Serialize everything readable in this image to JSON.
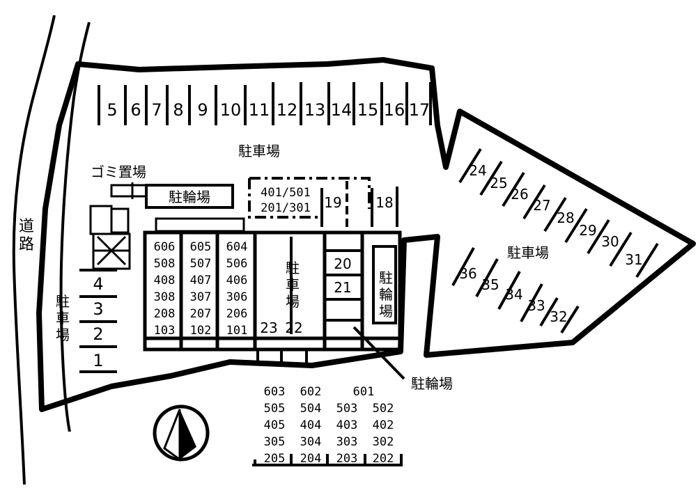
{
  "labels": {
    "road": "道路",
    "parking": "駐車場",
    "bicycle_parking": "駐輪場",
    "garbage": "ゴミ置場",
    "dashed_box_top": "401/501",
    "dashed_box_bottom": "201/301"
  },
  "top_row_spaces": [
    "5",
    "6",
    "7",
    "8",
    "9",
    "10",
    "11",
    "12",
    "13",
    "14",
    "15",
    "16",
    "17"
  ],
  "left_spaces": [
    "4",
    "3",
    "2",
    "1"
  ],
  "right_upper_spaces": [
    "24",
    "25",
    "26",
    "27",
    "28",
    "29",
    "30",
    "31"
  ],
  "right_lower_spaces": [
    "36",
    "35",
    "34",
    "33",
    "32"
  ],
  "middle_spaces": [
    "19",
    "18",
    "20",
    "21",
    "23",
    "22"
  ],
  "unit_columns_left": [
    [
      "606",
      "508",
      "408",
      "308",
      "208",
      "103"
    ],
    [
      "605",
      "507",
      "407",
      "307",
      "207",
      "102"
    ],
    [
      "604",
      "506",
      "406",
      "306",
      "206",
      "101"
    ]
  ],
  "unit_columns_bottom": [
    [
      "603",
      "505",
      "405",
      "305",
      "205"
    ],
    [
      "602",
      "504",
      "404",
      "304",
      "204"
    ],
    [
      "601",
      "503",
      "403",
      "303",
      "203"
    ],
    [
      "",
      "502",
      "402",
      "302",
      "202"
    ]
  ],
  "colors": {
    "ink": "#000000",
    "paper": "#ffffff"
  },
  "icons": {
    "compass": "north-arrow-icon"
  }
}
